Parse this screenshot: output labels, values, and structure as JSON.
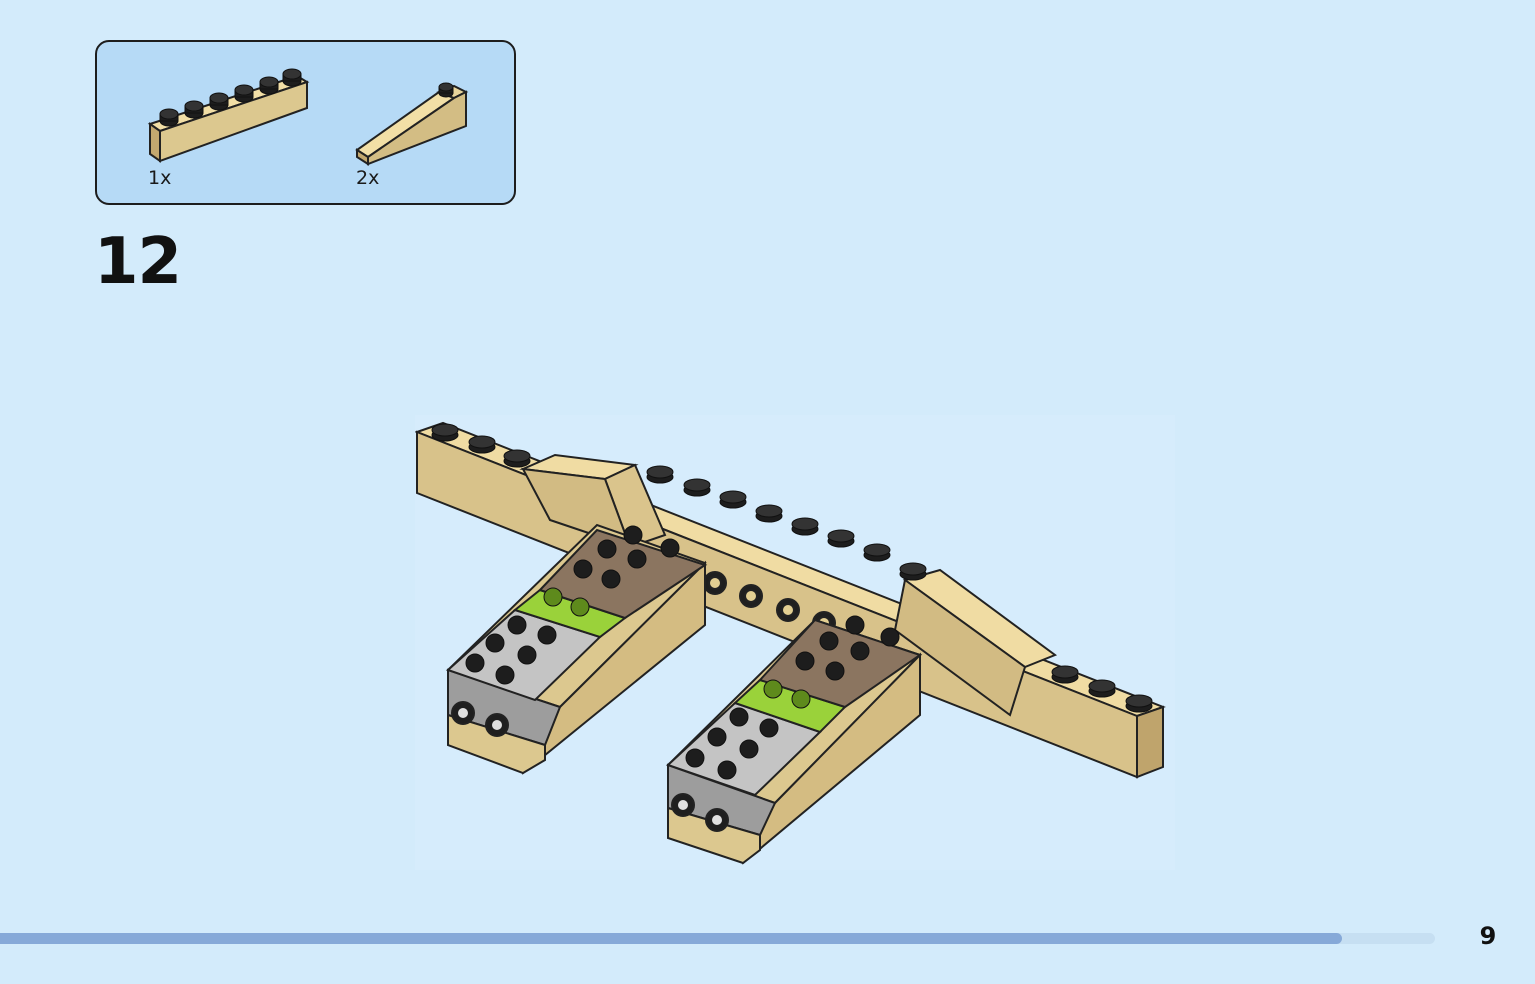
{
  "parts": [
    {
      "name": "tan-brick-1x6",
      "quantity": "1x",
      "color": "#d9c48e"
    },
    {
      "name": "tan-slope-brick",
      "quantity": "2x",
      "color": "#d9c48e"
    }
  ],
  "step": {
    "number": "12"
  },
  "page": {
    "number": "9",
    "progress": 0.935
  },
  "colors": {
    "background": "#d3ebfb",
    "parts_box": "#b6daf6",
    "tan": "#d9c48e",
    "dark_tan": "#8b7560",
    "dark_gray": "#9b9b9b",
    "lime": "#9ad23a",
    "progress": "#86a9d8"
  }
}
